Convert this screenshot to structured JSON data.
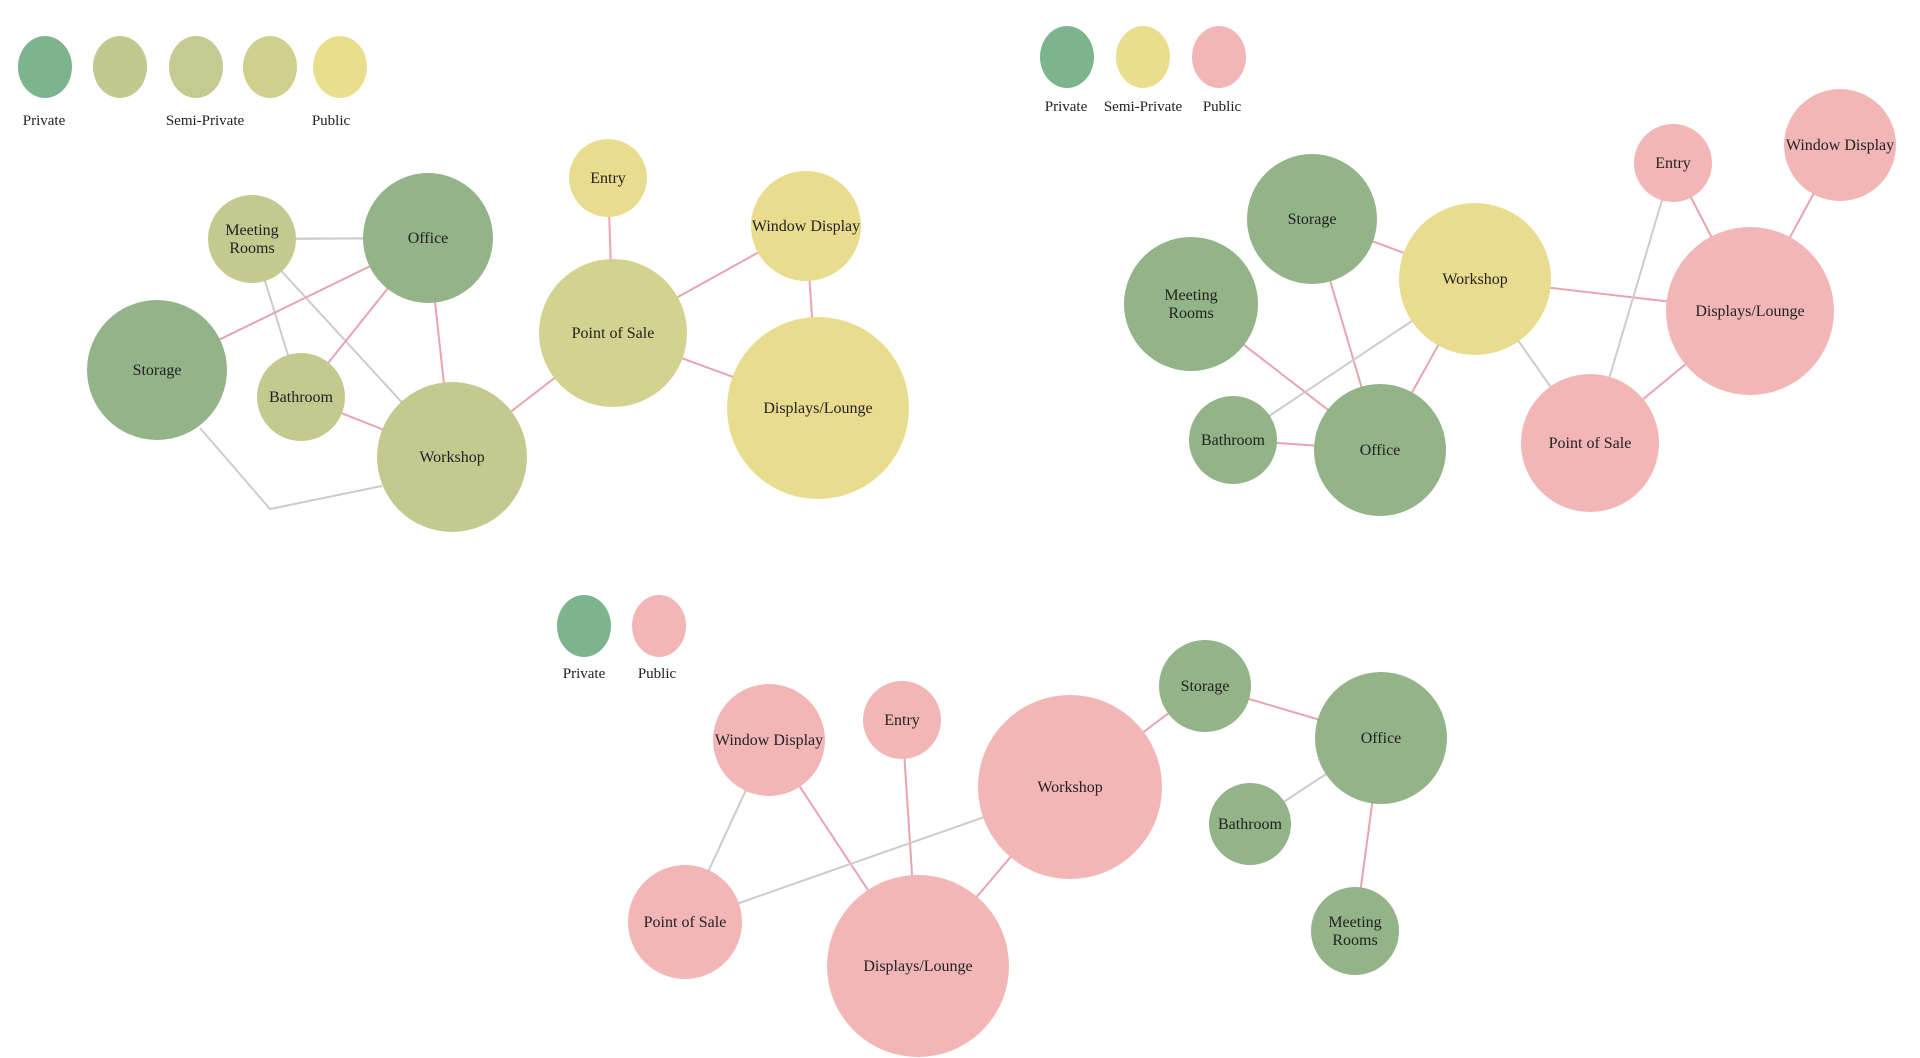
{
  "colors": {
    "private": "#7cb48e",
    "semi_private_1": "#c3c88f",
    "semi_private_2": "#c4ca90",
    "semi_private_3": "#d1d08c",
    "public_yellow": "#ebdd8e",
    "node_private": "#93b388",
    "node_semi": "#c4c990",
    "node_semi_light": "#d3d38f",
    "node_yellow": "#eadc8e",
    "node_pink": "#f2b6b6",
    "link_pink": "#e8a4b0",
    "link_grey": "#cccccc"
  },
  "diagrams": [
    {
      "id": "diagram-1",
      "legend": [
        {
          "label": "Private",
          "color": "#7cb48e"
        },
        {
          "label": "",
          "color": "#c3c88f"
        },
        {
          "label": "Semi-Private",
          "color": "#c5ca91"
        },
        {
          "label": "",
          "color": "#d0d08e"
        },
        {
          "label": "Public",
          "color": "#ebdd8e"
        }
      ],
      "nodes": [
        {
          "id": "d1-meeting",
          "label": "Meeting Rooms",
          "color": "#c4c990"
        },
        {
          "id": "d1-office",
          "label": "Office",
          "color": "#93b388"
        },
        {
          "id": "d1-storage",
          "label": "Storage",
          "color": "#93b388"
        },
        {
          "id": "d1-bathroom",
          "label": "Bathroom",
          "color": "#c4c990"
        },
        {
          "id": "d1-workshop",
          "label": "Workshop",
          "color": "#c4c990"
        },
        {
          "id": "d1-entry",
          "label": "Entry",
          "color": "#eadc8e"
        },
        {
          "id": "d1-pos",
          "label": "Point of Sale",
          "color": "#d3d38f"
        },
        {
          "id": "d1-window",
          "label": "Window Display",
          "color": "#eadc8e"
        },
        {
          "id": "d1-displays",
          "label": "Displays/Lounge",
          "color": "#eadc8e"
        }
      ],
      "links": [
        {
          "from": "d1-meeting",
          "to": "d1-office",
          "kind": "pink"
        },
        {
          "from": "d1-meeting",
          "to": "d1-bathroom",
          "kind": "grey"
        },
        {
          "from": "d1-meeting",
          "to": "d1-workshop",
          "kind": "grey"
        },
        {
          "from": "d1-office",
          "to": "d1-storage",
          "kind": "pink"
        },
        {
          "from": "d1-office",
          "to": "d1-bathroom",
          "kind": "pink"
        },
        {
          "from": "d1-office",
          "to": "d1-workshop",
          "kind": "pink"
        },
        {
          "from": "d1-office",
          "to": "d1-meeting",
          "kind": "grey"
        },
        {
          "from": "d1-bathroom",
          "to": "d1-workshop",
          "kind": "pink"
        },
        {
          "from": "d1-workshop",
          "to": "d1-pos",
          "kind": "pink"
        },
        {
          "from": "d1-entry",
          "to": "d1-pos",
          "kind": "pink"
        },
        {
          "from": "d1-pos",
          "to": "d1-window",
          "kind": "pink"
        },
        {
          "from": "d1-pos",
          "to": "d1-displays",
          "kind": "pink"
        },
        {
          "from": "d1-window",
          "to": "d1-displays",
          "kind": "pink"
        }
      ]
    },
    {
      "id": "diagram-2",
      "legend": [
        {
          "label": "Private",
          "color": "#7cb48e"
        },
        {
          "label": "Semi-Private",
          "color": "#ebdd8e"
        },
        {
          "label": "Public",
          "color": "#f2b6b6"
        }
      ],
      "nodes": [
        {
          "id": "d2-storage",
          "label": "Storage",
          "color": "#93b388"
        },
        {
          "id": "d2-meeting",
          "label": "Meeting Rooms",
          "color": "#93b388"
        },
        {
          "id": "d2-workshop",
          "label": "Workshop",
          "color": "#eadc8e"
        },
        {
          "id": "d2-bathroom",
          "label": "Bathroom",
          "color": "#93b388"
        },
        {
          "id": "d2-office",
          "label": "Office",
          "color": "#93b388"
        },
        {
          "id": "d2-entry",
          "label": "Entry",
          "color": "#f2b6b6"
        },
        {
          "id": "d2-window",
          "label": "Window Display",
          "color": "#f2b6b6"
        },
        {
          "id": "d2-displays",
          "label": "Displays/Lounge",
          "color": "#f2b6b6"
        },
        {
          "id": "d2-pos",
          "label": "Point of Sale",
          "color": "#f2b6b6"
        }
      ],
      "links": [
        {
          "from": "d2-storage",
          "to": "d2-workshop",
          "kind": "pink"
        },
        {
          "from": "d2-storage",
          "to": "d2-office",
          "kind": "pink"
        },
        {
          "from": "d2-meeting",
          "to": "d2-office",
          "kind": "pink"
        },
        {
          "from": "d2-workshop",
          "to": "d2-bathroom",
          "kind": "grey"
        },
        {
          "from": "d2-workshop",
          "to": "d2-office",
          "kind": "pink"
        },
        {
          "from": "d2-workshop",
          "to": "d2-displays",
          "kind": "pink"
        },
        {
          "from": "d2-workshop",
          "to": "d2-pos",
          "kind": "grey"
        },
        {
          "from": "d2-bathroom",
          "to": "d2-office",
          "kind": "pink"
        },
        {
          "from": "d2-entry",
          "to": "d2-displays",
          "kind": "pink"
        },
        {
          "from": "d2-entry",
          "to": "d2-pos",
          "kind": "grey"
        },
        {
          "from": "d2-window",
          "to": "d2-displays",
          "kind": "pink"
        },
        {
          "from": "d2-displays",
          "to": "d2-pos",
          "kind": "pink"
        }
      ]
    },
    {
      "id": "diagram-3",
      "legend": [
        {
          "label": "Private",
          "color": "#7cb48e"
        },
        {
          "label": "Public",
          "color": "#f2b6b6"
        }
      ],
      "nodes": [
        {
          "id": "d3-window",
          "label": "Window Display",
          "color": "#f2b6b6"
        },
        {
          "id": "d3-entry",
          "label": "Entry",
          "color": "#f2b6b6"
        },
        {
          "id": "d3-workshop",
          "label": "Workshop",
          "color": "#f2b6b6"
        },
        {
          "id": "d3-pos",
          "label": "Point of Sale",
          "color": "#f2b6b6"
        },
        {
          "id": "d3-displays",
          "label": "Displays/Lounge",
          "color": "#f2b6b6"
        },
        {
          "id": "d3-storage",
          "label": "Storage",
          "color": "#93b388"
        },
        {
          "id": "d3-office",
          "label": "Office",
          "color": "#93b388"
        },
        {
          "id": "d3-bathroom",
          "label": "Bathroom",
          "color": "#93b388"
        },
        {
          "id": "d3-meeting",
          "label": "Meeting Rooms",
          "color": "#93b388"
        }
      ],
      "links": [
        {
          "from": "d3-window",
          "to": "d3-pos",
          "kind": "grey"
        },
        {
          "from": "d3-window",
          "to": "d3-displays",
          "kind": "pink"
        },
        {
          "from": "d3-entry",
          "to": "d3-displays",
          "kind": "pink"
        },
        {
          "from": "d3-pos",
          "to": "d3-workshop",
          "kind": "grey"
        },
        {
          "from": "d3-workshop",
          "to": "d3-displays",
          "kind": "pink"
        },
        {
          "from": "d3-workshop",
          "to": "d3-storage",
          "kind": "pink"
        },
        {
          "from": "d3-storage",
          "to": "d3-office",
          "kind": "pink"
        },
        {
          "from": "d3-office",
          "to": "d3-bathroom",
          "kind": "grey"
        },
        {
          "from": "d3-office",
          "to": "d3-meeting",
          "kind": "pink"
        }
      ]
    }
  ]
}
